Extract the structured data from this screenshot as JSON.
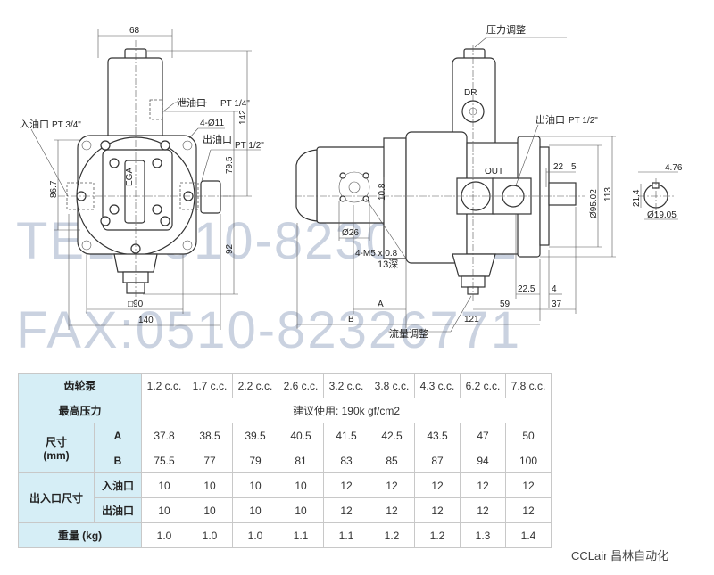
{
  "watermark": {
    "tel": "TEL:0510-82309771",
    "fax": "FAX:0510-82326771"
  },
  "front_view": {
    "dim_width_top": "68",
    "drain_port": "泄油口",
    "drain_port_size": "PT 1/4\"",
    "inlet_port": "入油口",
    "inlet_port_size": "PT 3/4\"",
    "bolt_holes": "4-Ø11",
    "outlet_port": "出油口",
    "outlet_port_size": "PT 1/2\"",
    "dim_height_total": "142",
    "dim_height_upper": "79.5",
    "dim_height_lower": "92",
    "dim_flange_height": "86.7",
    "dim_square": "□90",
    "dim_width_total": "140",
    "logo_text": "EGA"
  },
  "side_view": {
    "pressure_adjust": "压力调整",
    "drain_label": "DR",
    "outlet_port": "出油口",
    "outlet_port_size": "PT 1/2\"",
    "out_label": "OUT",
    "dim_key_len": "22",
    "dim_key_off": "5",
    "dim_pilot": "Ø95.02",
    "dim_height": "113",
    "dim_10_8": "10.8",
    "dim_d26": "Ø26",
    "thread_spec": "4-M5 x 0.8",
    "thread_depth": "13深",
    "dim_22_5": "22.5",
    "dim_4": "4",
    "dim_A": "A",
    "dim_59": "59",
    "dim_37": "37",
    "dim_B": "B",
    "dim_121": "121",
    "flow_adjust": "流量调整",
    "shaft_key_width": "4.76",
    "shaft_key_height": "21.4",
    "shaft_dia": "Ø19.05"
  },
  "table": {
    "model_header": "齿轮泵",
    "models": [
      "1.2 c.c.",
      "1.7 c.c.",
      "2.2 c.c.",
      "2.6 c.c.",
      "3.2 c.c.",
      "3.8 c.c.",
      "4.3 c.c.",
      "6.2 c.c.",
      "7.8 c.c."
    ],
    "max_pressure_header": "最高压力",
    "max_pressure_value": "建议使用: 190k gf/cm2",
    "size_header": "尺寸",
    "size_unit": "(mm)",
    "A_label": "A",
    "A_values": [
      "37.8",
      "38.5",
      "39.5",
      "40.5",
      "41.5",
      "42.5",
      "43.5",
      "47",
      "50"
    ],
    "B_label": "B",
    "B_values": [
      "75.5",
      "77",
      "79",
      "81",
      "83",
      "85",
      "87",
      "94",
      "100"
    ],
    "port_header": "出入口尺寸",
    "inlet_label": "入油口",
    "inlet_values": [
      "10",
      "10",
      "10",
      "10",
      "12",
      "12",
      "12",
      "12",
      "12"
    ],
    "outlet_label": "出油口",
    "outlet_values": [
      "10",
      "10",
      "10",
      "10",
      "12",
      "12",
      "12",
      "12",
      "12"
    ],
    "weight_header": "重量 (kg)",
    "weight_values": [
      "1.0",
      "1.0",
      "1.0",
      "1.1",
      "1.1",
      "1.2",
      "1.2",
      "1.3",
      "1.4"
    ]
  },
  "footer": "CCLair 昌林自动化"
}
